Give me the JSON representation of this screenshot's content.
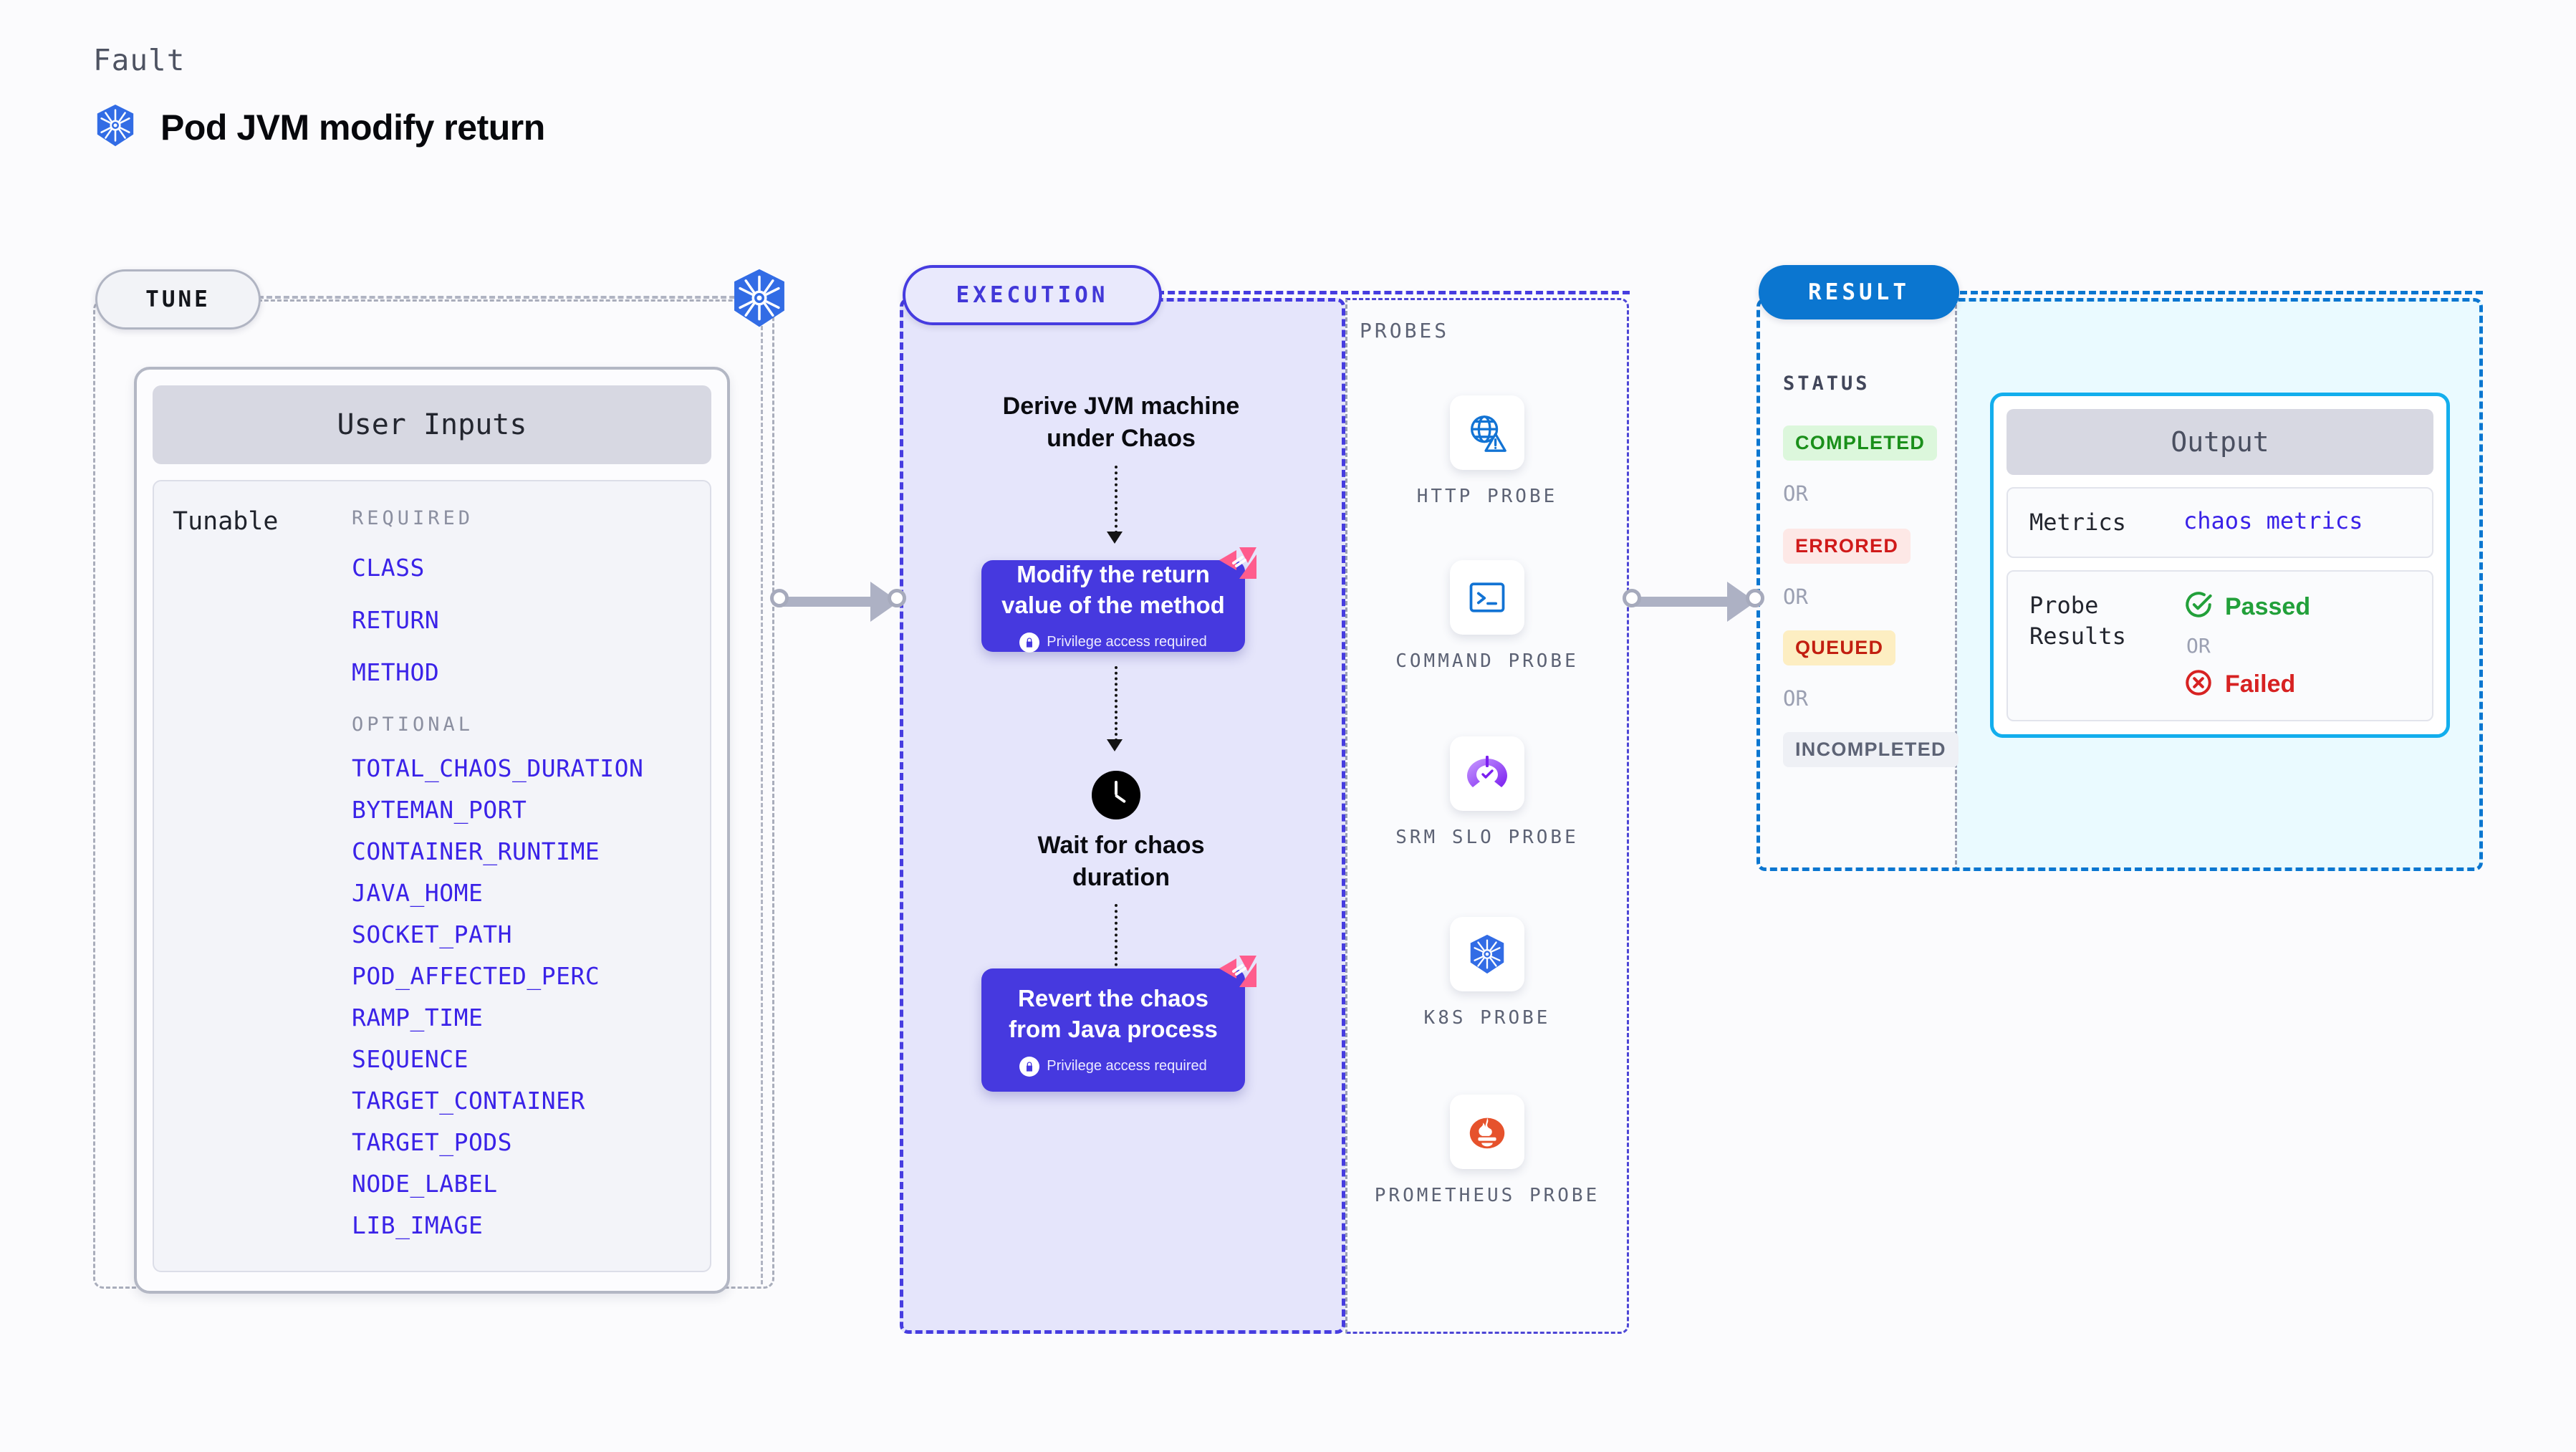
{
  "header": {
    "eyebrow": "Fault",
    "title": "Pod JVM modify return",
    "icon": "kubernetes-icon"
  },
  "tune": {
    "pill_label": "TUNE",
    "node_icon": "kubernetes-icon",
    "card_title": "User Inputs",
    "tunable_label": "Tunable",
    "required_heading": "REQUIRED",
    "required": [
      "CLASS",
      "RETURN",
      "METHOD"
    ],
    "optional_heading": "OPTIONAL",
    "optional": [
      "TOTAL_CHAOS_DURATION",
      "BYTEMAN_PORT",
      "CONTAINER_RUNTIME",
      "JAVA_HOME",
      "SOCKET_PATH",
      "POD_AFFECTED_PERC",
      "RAMP_TIME",
      "SEQUENCE",
      "TARGET_CONTAINER",
      "TARGET_PODS",
      "NODE_LABEL",
      "LIB_IMAGE"
    ]
  },
  "execution": {
    "pill_label": "EXECUTION",
    "step1": "Derive JVM machine\nunder Chaos",
    "card1": {
      "title": "Modify the return\nvalue of the method",
      "note": "Privilege access required",
      "note_icon": "lock-icon",
      "badge_icon": "harness-icon"
    },
    "wait": {
      "icon": "clock-icon",
      "text": "Wait for chaos\nduration"
    },
    "card2": {
      "title": "Revert the chaos\nfrom Java process",
      "note": "Privilege access required",
      "note_icon": "lock-icon",
      "badge_icon": "harness-icon"
    }
  },
  "probes": {
    "heading": "PROBES",
    "items": [
      {
        "label": "HTTP PROBE",
        "icon": "globe-warning-icon"
      },
      {
        "label": "COMMAND PROBE",
        "icon": "terminal-icon"
      },
      {
        "label": "SRM SLO PROBE",
        "icon": "slo-gauge-icon"
      },
      {
        "label": "K8S PROBE",
        "icon": "kubernetes-icon"
      },
      {
        "label": "PROMETHEUS PROBE",
        "icon": "prometheus-icon"
      }
    ]
  },
  "result": {
    "pill_label": "RESULT",
    "status_heading": "STATUS",
    "or_label": "OR",
    "statuses": [
      {
        "label": "COMPLETED",
        "fg": "#1a8f1a",
        "bg": "#dcf7dc"
      },
      {
        "label": "ERRORED",
        "fg": "#d01a1a",
        "bg": "#fde8e6"
      },
      {
        "label": "QUEUED",
        "fg": "#c21f10",
        "bg": "#fdeec2"
      },
      {
        "label": "INCOMPLETED",
        "fg": "#5d6375",
        "bg": "#eef0f5"
      }
    ],
    "output": {
      "title": "Output",
      "metrics_label": "Metrics",
      "metrics_value": "chaos metrics",
      "probe_results_label": "Probe\nResults",
      "passed": "Passed",
      "passed_icon": "check-circle-icon",
      "or_label": "OR",
      "failed": "Failed",
      "failed_icon": "x-circle-icon"
    }
  },
  "colors": {
    "kubernetes_blue": "#326ce5",
    "execution_purple": "#4639df",
    "result_blue": "#0b76d0",
    "output_cyan": "#13aeed",
    "param_indigo": "#3a22e8",
    "harness_pink": "#ff5c8d",
    "passed_green": "#22a03a",
    "failed_red": "#d72222"
  }
}
